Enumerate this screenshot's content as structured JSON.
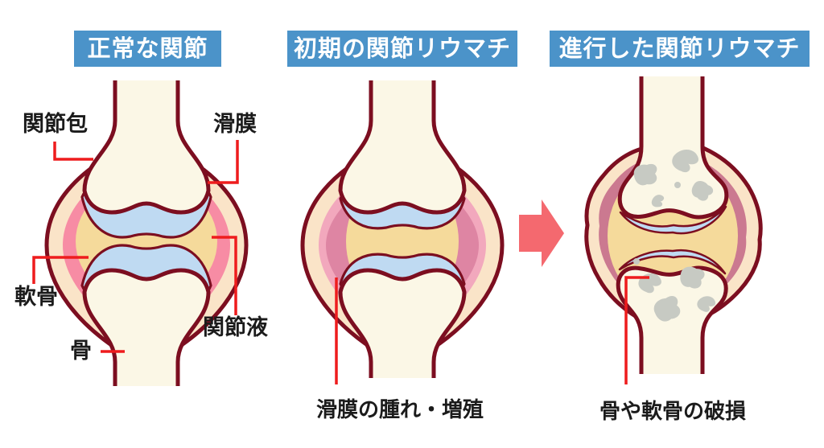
{
  "colors": {
    "title-bg": "#4b93c9",
    "title-text": "#ffffff",
    "outline": "#7c0e20",
    "bone": "#fbf7e6",
    "capsule-peach": "#fae4c8",
    "synovium-pink": "#f78ca4",
    "synovium-light-pink": "#f2a8bd",
    "synovium-swollen-pink": "#de85a3",
    "synovium-advanced-mauve": "#cb7990",
    "cartilage-blue": "#bfdaf2",
    "fluid-yellow": "#f5da9b",
    "damage-gray": "#c7cac3",
    "callout-red": "#ee1c1d",
    "arrow-coral": "#f4696f",
    "label-text": "#1b1b1b",
    "background": "#ffffff"
  },
  "panels": [
    {
      "title": "正常な関節",
      "labels": {
        "capsule": "関節包",
        "synovium": "滑膜",
        "cartilage": "軟骨",
        "fluid": "関節液",
        "bone": "骨"
      }
    },
    {
      "title": "初期の関節リウマチ",
      "caption": "滑膜の腫れ・増殖"
    },
    {
      "title": "進行した関節リウマチ",
      "caption": "骨や軟骨の破損"
    }
  ],
  "arrow": {
    "icon": "right-arrow-icon"
  }
}
